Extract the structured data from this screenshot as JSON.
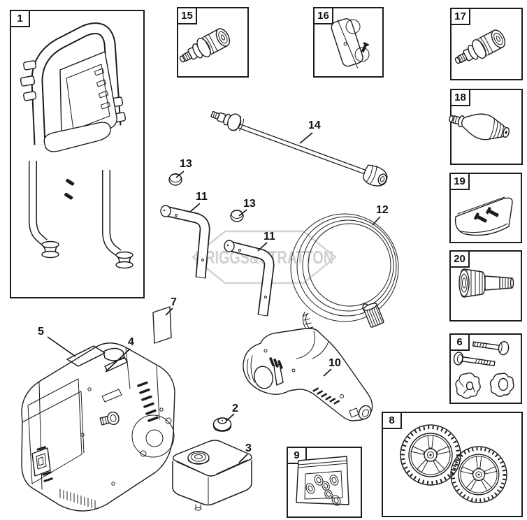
{
  "figure": {
    "type": "exploded-parts-diagram",
    "product": "pressure-washer",
    "background": "#ffffff",
    "line_color": "#1c1c1c"
  },
  "watermark": {
    "text": "BRIGGS&STRATTON",
    "color": "#d0d0d0"
  },
  "callouts": {
    "c1": {
      "label": "1",
      "part": "handle-and-leg-assembly",
      "boxed": true
    },
    "c2": {
      "label": "2",
      "part": "cap-plug",
      "boxed": false
    },
    "c3": {
      "label": "3",
      "part": "detergent-tank",
      "boxed": false
    },
    "c4": {
      "label": "4",
      "part": "handle-latch-slot",
      "boxed": false
    },
    "c5": {
      "label": "5",
      "part": "top-panel-recess",
      "boxed": false
    },
    "c6": {
      "label": "6",
      "part": "bolts-and-knobs-kit",
      "boxed": true
    },
    "c7": {
      "label": "7",
      "part": "label-panel",
      "boxed": false
    },
    "c8": {
      "label": "8",
      "part": "wheel-pair",
      "boxed": true
    },
    "c9": {
      "label": "9",
      "part": "o-ring-kit-bag",
      "boxed": true
    },
    "c10": {
      "label": "10",
      "part": "spray-gun",
      "boxed": false
    },
    "c11": {
      "label": "11",
      "part": "handle-tube",
      "boxed": false
    },
    "c12": {
      "label": "12",
      "part": "high-pressure-hose",
      "boxed": false
    },
    "c13": {
      "label": "13",
      "part": "end-cap",
      "boxed": false
    },
    "c14": {
      "label": "14",
      "part": "spray-wand",
      "boxed": false
    },
    "c15": {
      "label": "15",
      "part": "quick-connect-coupler",
      "boxed": true
    },
    "c16": {
      "label": "16",
      "part": "hose-hook-bracket-with-screw",
      "boxed": true
    },
    "c17": {
      "label": "17",
      "part": "quick-connect-coupler",
      "boxed": true
    },
    "c18": {
      "label": "18",
      "part": "turbo-nozzle",
      "boxed": true
    },
    "c19": {
      "label": "19",
      "part": "screw-kit-bag",
      "boxed": true
    },
    "c20": {
      "label": "20",
      "part": "garden-hose-adapter",
      "boxed": true
    }
  }
}
